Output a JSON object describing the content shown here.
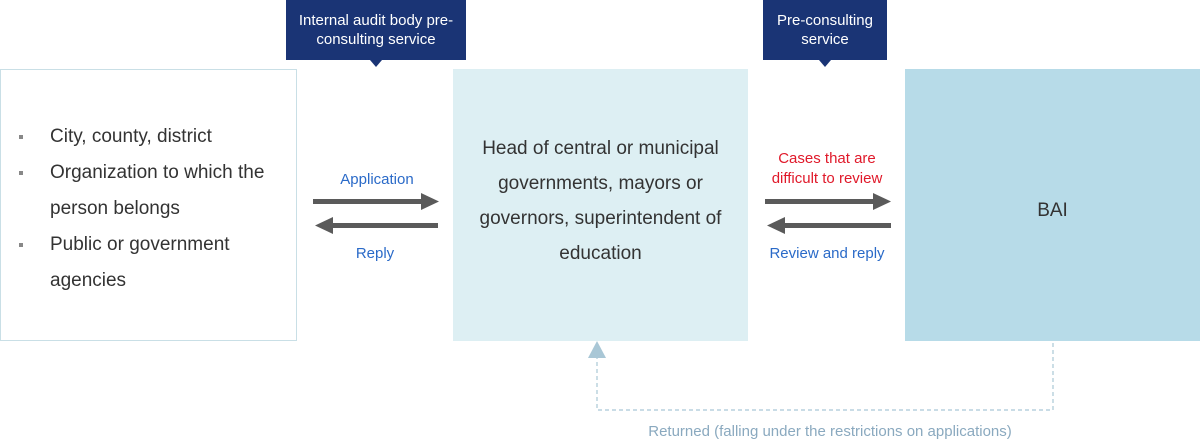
{
  "callouts": {
    "internal_audit": "Internal audit body pre-consulting service",
    "pre_consulting": "Pre-consulting service"
  },
  "left_box": {
    "items": [
      {
        "label": "City, county, district"
      },
      {
        "label": "Organization to which the person belongs"
      },
      {
        "label": "Public or government agencies"
      }
    ]
  },
  "middle_box": {
    "label": "Head of central or municipal governments, mayors or governors, superintendent of education"
  },
  "right_box": {
    "label": "BAI"
  },
  "flows": {
    "application": "Application",
    "reply": "Reply",
    "difficult_cases": "Cases that are difficult to review",
    "review_and_reply": "Review and reply",
    "returned": "Returned (falling under the restrictions on applications)"
  },
  "colors": {
    "callout_bg": "#1a3475",
    "middle_bg": "#ddeff3",
    "right_bg": "#b7dbe8",
    "arrow": "#5a5a5a",
    "blue_text": "#2a6ac8",
    "red_text": "#e0192a",
    "return_line": "#a9c7d6"
  }
}
